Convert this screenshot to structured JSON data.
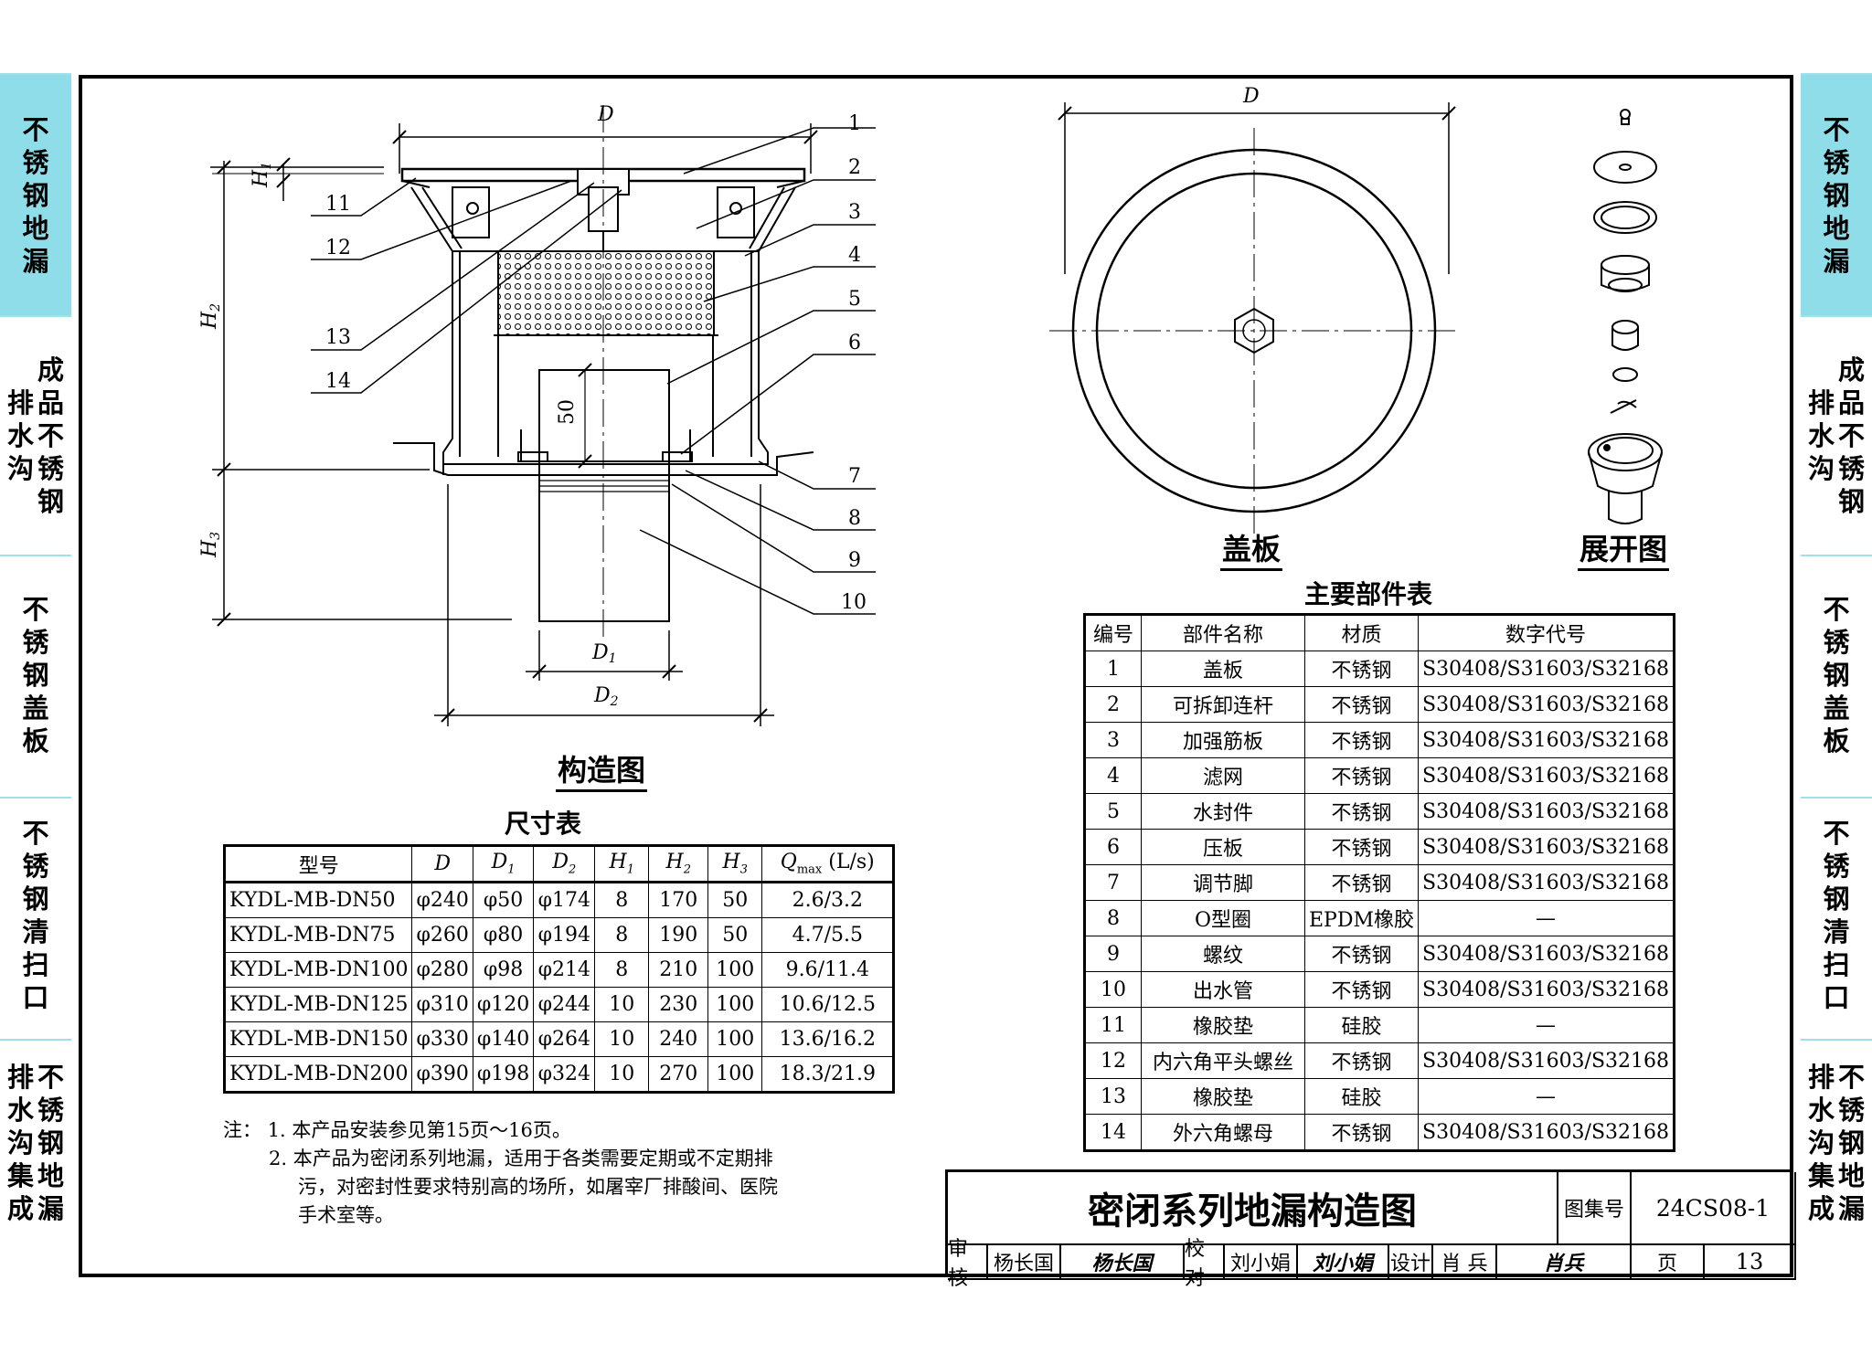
{
  "side_tabs_left": [
    {
      "lines": [
        "不锈钢地漏"
      ],
      "active": true
    },
    {
      "lines": [
        "成品不锈钢",
        "排水沟"
      ],
      "active": false
    },
    {
      "lines": [
        "不锈钢盖板"
      ],
      "active": false
    },
    {
      "lines": [
        "不锈钢清扫口"
      ],
      "active": false
    },
    {
      "lines": [
        "不锈钢地漏",
        "排水沟集成"
      ],
      "active": false
    }
  ],
  "side_tabs_right": [
    {
      "lines": [
        "不锈钢地漏"
      ],
      "active": true
    },
    {
      "lines": [
        "排水沟",
        "成品不锈钢"
      ],
      "active": false
    },
    {
      "lines": [
        "不锈钢盖板"
      ],
      "active": false
    },
    {
      "lines": [
        "不锈钢清扫口"
      ],
      "active": false
    },
    {
      "lines": [
        "排水沟集成",
        "不锈钢地漏"
      ],
      "active": false
    }
  ],
  "section_view": {
    "caption": "构造图",
    "dim_labels": {
      "D": "D",
      "H1": "H1",
      "H2": "H2",
      "H3": "H3",
      "D1": "D1",
      "D2": "D2",
      "fifty": "50"
    },
    "callouts_right": [
      "1",
      "2",
      "3",
      "4",
      "5",
      "6",
      "7",
      "8",
      "9",
      "10"
    ],
    "callouts_left": [
      "11",
      "12",
      "13",
      "14"
    ]
  },
  "cover_view": {
    "caption": "盖板",
    "dim_label": "D"
  },
  "exploded_view": {
    "caption": "展开图"
  },
  "dimension_table": {
    "caption": "尺寸表",
    "headers": [
      "型号",
      "D",
      "D1",
      "D2",
      "H1",
      "H2",
      "H3",
      "Qmax (L/s)"
    ],
    "rows": [
      [
        "KYDL-MB-DN50",
        "φ240",
        "φ50",
        "φ174",
        "8",
        "170",
        "50",
        "2.6/3.2"
      ],
      [
        "KYDL-MB-DN75",
        "φ260",
        "φ80",
        "φ194",
        "8",
        "190",
        "50",
        "4.7/5.5"
      ],
      [
        "KYDL-MB-DN100",
        "φ280",
        "φ98",
        "φ214",
        "8",
        "210",
        "100",
        "9.6/11.4"
      ],
      [
        "KYDL-MB-DN125",
        "φ310",
        "φ120",
        "φ244",
        "10",
        "230",
        "100",
        "10.6/12.5"
      ],
      [
        "KYDL-MB-DN150",
        "φ330",
        "φ140",
        "φ264",
        "10",
        "240",
        "100",
        "13.6/16.2"
      ],
      [
        "KYDL-MB-DN200",
        "φ390",
        "φ198",
        "φ324",
        "10",
        "270",
        "100",
        "18.3/21.9"
      ]
    ]
  },
  "parts_table": {
    "caption": "主要部件表",
    "headers": [
      "编号",
      "部件名称",
      "材质",
      "数字代号"
    ],
    "rows": [
      [
        "1",
        "盖板",
        "不锈钢",
        "S30408/S31603/S32168"
      ],
      [
        "2",
        "可拆卸连杆",
        "不锈钢",
        "S30408/S31603/S32168"
      ],
      [
        "3",
        "加强筋板",
        "不锈钢",
        "S30408/S31603/S32168"
      ],
      [
        "4",
        "滤网",
        "不锈钢",
        "S30408/S31603/S32168"
      ],
      [
        "5",
        "水封件",
        "不锈钢",
        "S30408/S31603/S32168"
      ],
      [
        "6",
        "压板",
        "不锈钢",
        "S30408/S31603/S32168"
      ],
      [
        "7",
        "调节脚",
        "不锈钢",
        "S30408/S31603/S32168"
      ],
      [
        "8",
        "O型圈",
        "EPDM橡胶",
        "—"
      ],
      [
        "9",
        "螺纹",
        "不锈钢",
        "S30408/S31603/S32168"
      ],
      [
        "10",
        "出水管",
        "不锈钢",
        "S30408/S31603/S32168"
      ],
      [
        "11",
        "橡胶垫",
        "硅胶",
        "—"
      ],
      [
        "12",
        "内六角平头螺丝",
        "不锈钢",
        "S30408/S31603/S32168"
      ],
      [
        "13",
        "橡胶垫",
        "硅胶",
        "—"
      ],
      [
        "14",
        "外六角螺母",
        "不锈钢",
        "S30408/S31603/S32168"
      ]
    ]
  },
  "notes": {
    "prefix": "注：",
    "line1": "1. 本产品安装参见第15页～16页。",
    "line2": "2. 本产品为密闭系列地漏，适用于各类需要定期或不定期排",
    "line3": "污，对密封性要求特别高的场所，如屠宰厂排酸间、医院",
    "line4": "手术室等。"
  },
  "title_block": {
    "title": "密闭系列地漏构造图",
    "atlas_label": "图集号",
    "atlas_no": "24CS08-1",
    "review_label": "审核",
    "reviewer": "杨长国",
    "reviewer_sig": "杨长国",
    "check_label": "校对",
    "checker": "刘小娟",
    "checker_sig": "刘小娟",
    "design_label": "设计",
    "designer": "肖 兵",
    "designer_sig": "肖兵",
    "page_label": "页",
    "page_no": "13"
  }
}
